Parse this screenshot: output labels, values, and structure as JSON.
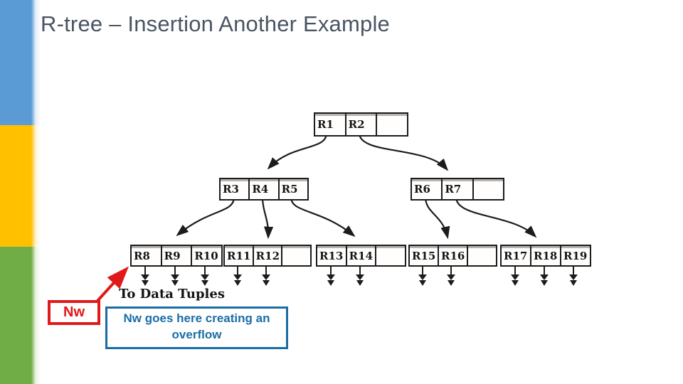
{
  "slide": {
    "title": "R-tree – Insertion Another Example"
  },
  "tree": {
    "nodes": [
      {
        "name": "root",
        "cells": [
          "R1",
          "R2",
          ""
        ]
      },
      {
        "name": "internal-left",
        "cells": [
          "R3",
          "R4",
          "R5"
        ]
      },
      {
        "name": "internal-right",
        "cells": [
          "R6",
          "R7",
          ""
        ]
      },
      {
        "name": "leaf-1",
        "cells": [
          "R8",
          "R9",
          "R10"
        ]
      },
      {
        "name": "leaf-2",
        "cells": [
          "R11",
          "R12",
          ""
        ]
      },
      {
        "name": "leaf-3",
        "cells": [
          "R13",
          "R14",
          ""
        ]
      },
      {
        "name": "leaf-4",
        "cells": [
          "R15",
          "R16",
          ""
        ]
      },
      {
        "name": "leaf-5",
        "cells": [
          "R17",
          "R18",
          "R19"
        ]
      }
    ],
    "caption": "To Data Tuples"
  },
  "annotations": {
    "new_entry_label": "Nw",
    "callout": "Nw goes here creating an overflow"
  },
  "colors": {
    "sidebar_blue": "#5b9bd5",
    "sidebar_yellow": "#ffc000",
    "sidebar_green": "#70ad47",
    "title_text": "#4a5462",
    "callout_blue": "#1b6da6",
    "annotation_red": "#e01a1a",
    "diagram_ink": "#1c1c1c"
  }
}
